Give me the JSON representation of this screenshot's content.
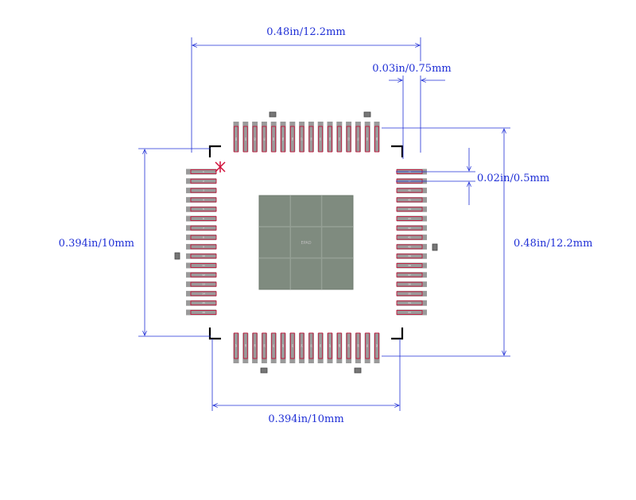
{
  "dimensions": {
    "top_width": "0.48in/12.2mm",
    "pad_length": "0.03in/0.75mm",
    "pitch": "0.02in/0.5mm",
    "right_height": "0.48in/12.2mm",
    "left_height": "0.394in/10mm",
    "bottom_width": "0.394in/10mm"
  },
  "epad_label": "EPAD",
  "package": {
    "pins_per_side": 16,
    "pin_labels_left": [
      "1",
      "2",
      "3",
      "4",
      "5",
      "6",
      "7",
      "8",
      "9",
      "10",
      "11",
      "12",
      "13",
      "14",
      "15",
      "16"
    ],
    "pin_labels_bottom": [
      "17",
      "18",
      "19",
      "20",
      "21",
      "22",
      "23",
      "24",
      "25",
      "26",
      "27",
      "28",
      "29",
      "30",
      "31",
      "32"
    ],
    "pin_labels_right": [
      "33",
      "34",
      "35",
      "36",
      "37",
      "38",
      "39",
      "40",
      "41",
      "42",
      "43",
      "44",
      "45",
      "46",
      "47",
      "48"
    ],
    "pin_labels_top": [
      "49",
      "50",
      "51",
      "52",
      "53",
      "54",
      "55",
      "56",
      "57",
      "58",
      "59",
      "60",
      "61",
      "62",
      "63",
      "64"
    ]
  },
  "colors": {
    "dimension": "#1f2fd6",
    "pad_fill": "#9a9a9a",
    "pad_outline": "#c0163a",
    "epad_fill": "#7f8b7f",
    "body_outline": "#000000",
    "pin1_marker": "#d0103a"
  }
}
